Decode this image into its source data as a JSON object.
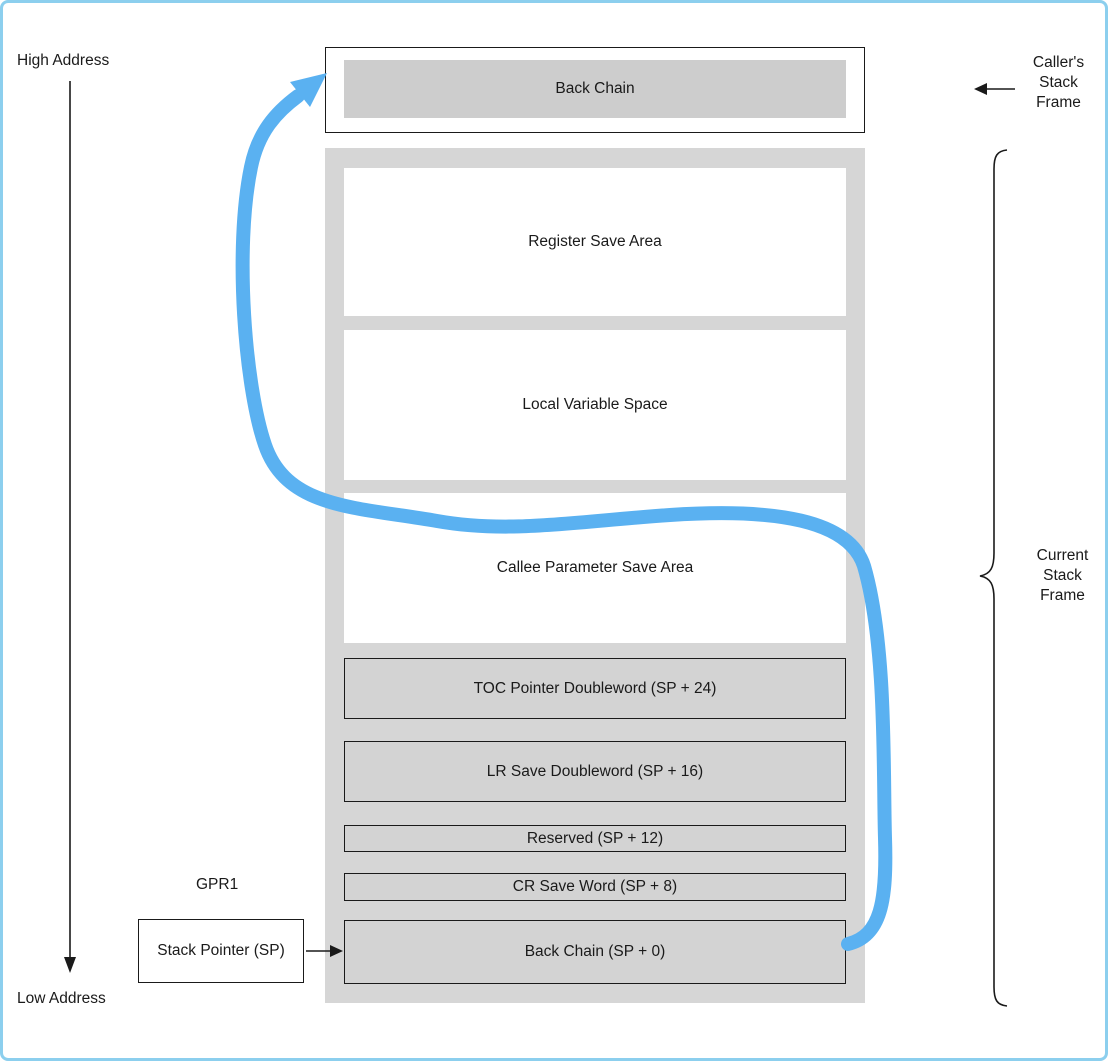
{
  "colors": {
    "page_border": "#8ccfee",
    "container_gray": "#d6d6d6",
    "cell_gray": "#d3d3d3",
    "blue_arrow": "#5ab1f1",
    "line_black": "#1a1a1a"
  },
  "side_labels": {
    "high_address": "High Address",
    "low_address": "Low Address",
    "callers_frame": "Caller's\nStack\nFrame",
    "current_frame": "Current\nStack\nFrame"
  },
  "caller_frame": {
    "back_chain_label": "Back Chain"
  },
  "gpr1_label": "GPR1",
  "stack_pointer_label": "Stack Pointer (SP)",
  "current_frame_cells": [
    {
      "label": "Register Save Area",
      "fill": "white"
    },
    {
      "label": "Local Variable Space",
      "fill": "white"
    },
    {
      "label": "Callee Parameter Save Area",
      "fill": "white"
    },
    {
      "label": "TOC Pointer Doubleword (SP + 24)",
      "fill": "gray"
    },
    {
      "label": "LR Save Doubleword (SP + 16)",
      "fill": "gray"
    },
    {
      "label": "Reserved (SP + 12)",
      "fill": "gray"
    },
    {
      "label": "CR Save Word (SP + 8)",
      "fill": "gray"
    },
    {
      "label": "Back Chain (SP + 0)",
      "fill": "gray"
    }
  ]
}
